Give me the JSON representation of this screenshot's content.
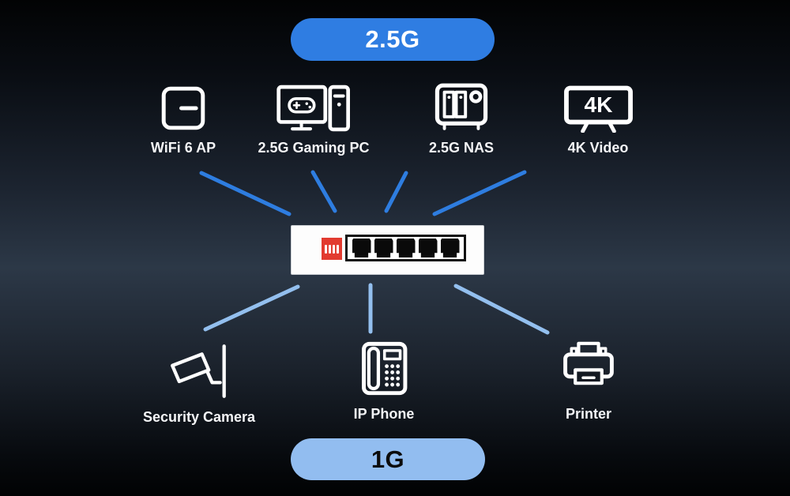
{
  "badges": {
    "top": {
      "label": "2.5G"
    },
    "bottom": {
      "label": "1G"
    }
  },
  "devices": {
    "top": [
      {
        "label": "WiFi 6 AP",
        "icon": "wifi-ap-icon"
      },
      {
        "label": "2.5G Gaming PC",
        "icon": "gaming-pc-icon"
      },
      {
        "label": "2.5G NAS",
        "icon": "nas-icon"
      },
      {
        "label": "4K Video",
        "icon": "tv-4k-icon",
        "screen_text": "4K"
      }
    ],
    "bottom": [
      {
        "label": "Security Camera",
        "icon": "security-camera-icon"
      },
      {
        "label": "IP Phone",
        "icon": "ip-phone-icon"
      },
      {
        "label": "Printer",
        "icon": "printer-icon"
      }
    ]
  },
  "switch": {
    "description": "5-port switch with red dip-switch block",
    "port_count": 5
  },
  "colors": {
    "fast_link": "#2e7de0",
    "slow_link": "#93bfee",
    "badge_top_bg": "#2f7de2",
    "badge_top_text": "#ffffff",
    "badge_bottom_bg": "#92bdf0",
    "badge_bottom_text": "#0b0b0b",
    "switch_accent_red": "#e23b30",
    "icon_stroke": "#ffffff"
  }
}
